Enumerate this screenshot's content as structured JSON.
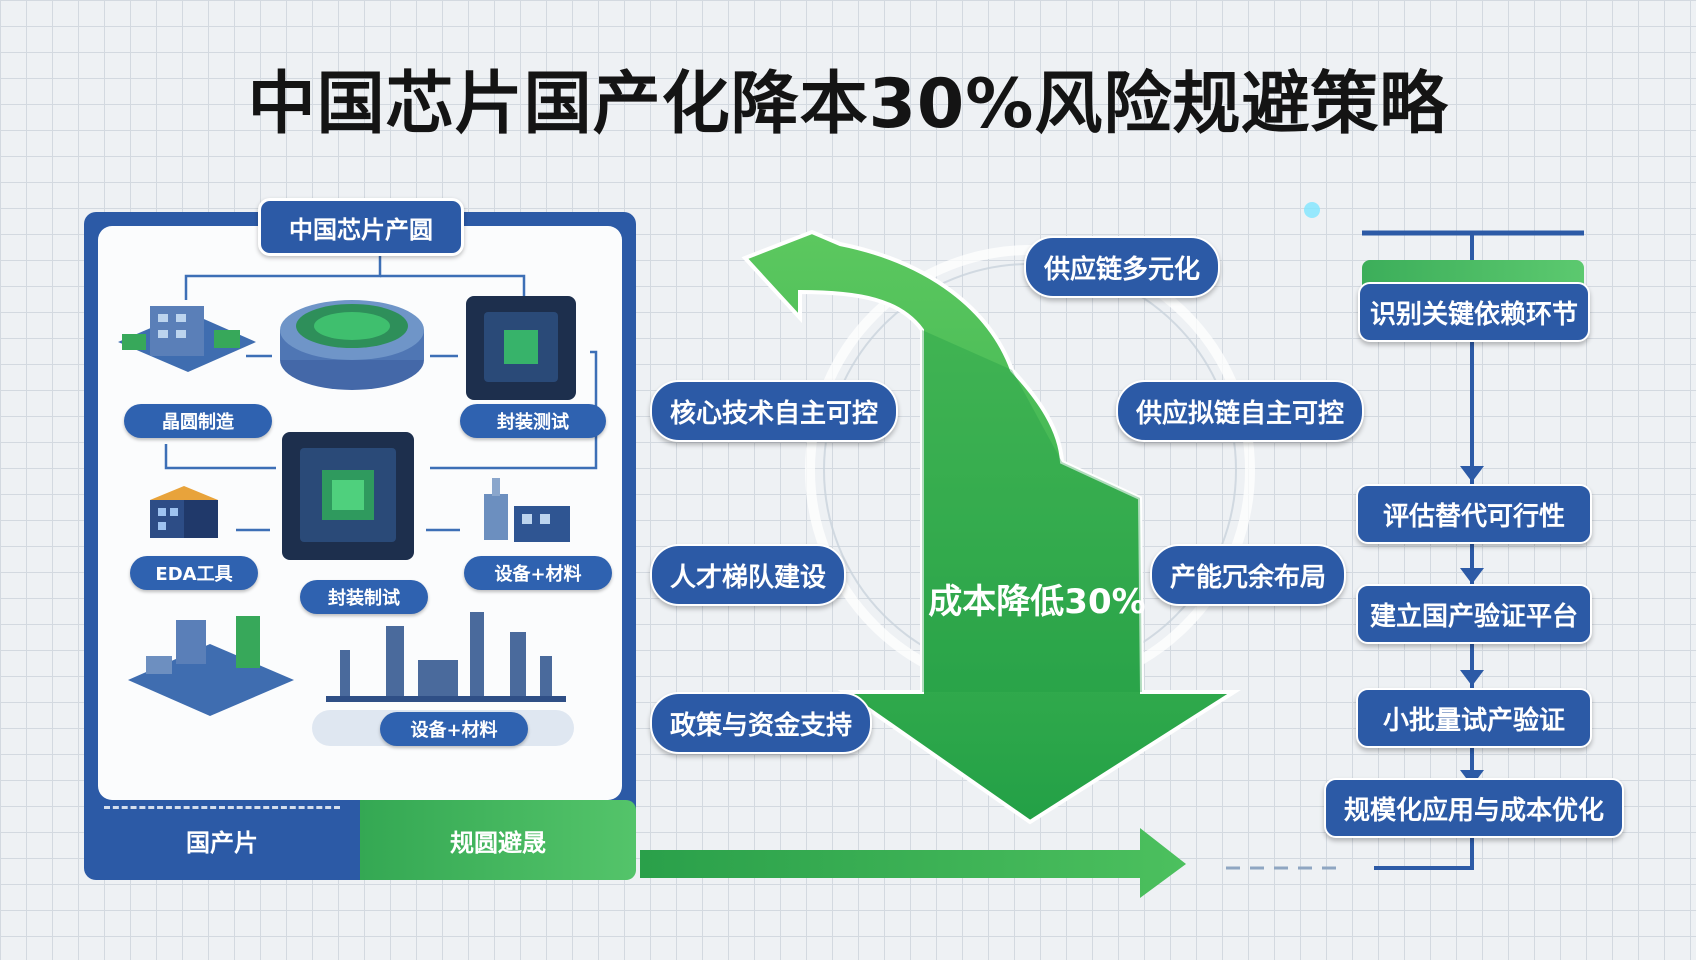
{
  "title": "中国芯片国产化降本30%风险规避策略",
  "left_panel": {
    "label": "中国芯片产圆",
    "captions": {
      "wafer": "晶圆制造",
      "packaging_test": "封装测试",
      "eda": "EDA工具",
      "packaging": "封装制试",
      "equipment_top": "设备+材料",
      "equipment_bottom": "设备+材料"
    },
    "footer_left": "国产片",
    "footer_right": "规圆避晟"
  },
  "center": {
    "label": "成本降低30%",
    "bubbles": {
      "supply_diversify": "供应链多元化",
      "core_tech": "核心技术自主可控",
      "supply_control": "供应拟链自主可控",
      "talent": "人才梯队建设",
      "capacity": "产能冗余布局",
      "policy": "政策与资金支持"
    }
  },
  "steps": [
    "识别关键依赖环节",
    "评估替代可行性",
    "建立国产验证平台",
    "小批量试产验证",
    "规模化应用与成本优化"
  ],
  "colors": {
    "primary_blue": "#2c5aa6",
    "accent_green": "#34a853",
    "title_black": "#141414"
  }
}
